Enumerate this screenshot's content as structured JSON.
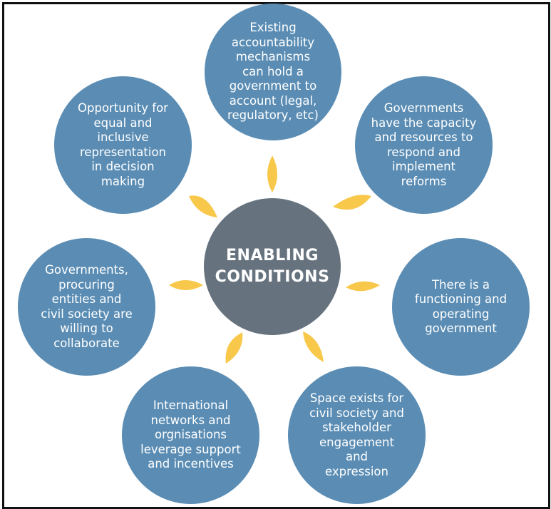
{
  "center": {
    "label": "ENABLING\nCONDITIONS"
  },
  "conditions": [
    {
      "label": "Existing\naccountability\nmechanisms\ncan hold a\ngovernment to\naccount (legal,\nregulatory, etc)"
    },
    {
      "label": "Governments\nhave the capacity\nand resources to\nrespond and\nimplement\nreforms"
    },
    {
      "label": "There is a\nfunctioning and\noperating\ngovernment"
    },
    {
      "label": "Space exists for\ncivil society and\nstakeholder\nengagement\nand\nexpression"
    },
    {
      "label": "International\nnetworks and\norgnisations\nleverage support\nand incentives"
    },
    {
      "label": "Governments,\nprocuring\nentities and\ncivil society are\nwilling to\ncollaborate"
    },
    {
      "label": "Opportunity for\nequal and\ninclusive\nrepresentation\nin decision\nmaking"
    }
  ],
  "colors": {
    "outer_circle": "#5b8db4",
    "center_circle": "#66737f",
    "petal": "#f7c84a",
    "border": "#111111"
  }
}
